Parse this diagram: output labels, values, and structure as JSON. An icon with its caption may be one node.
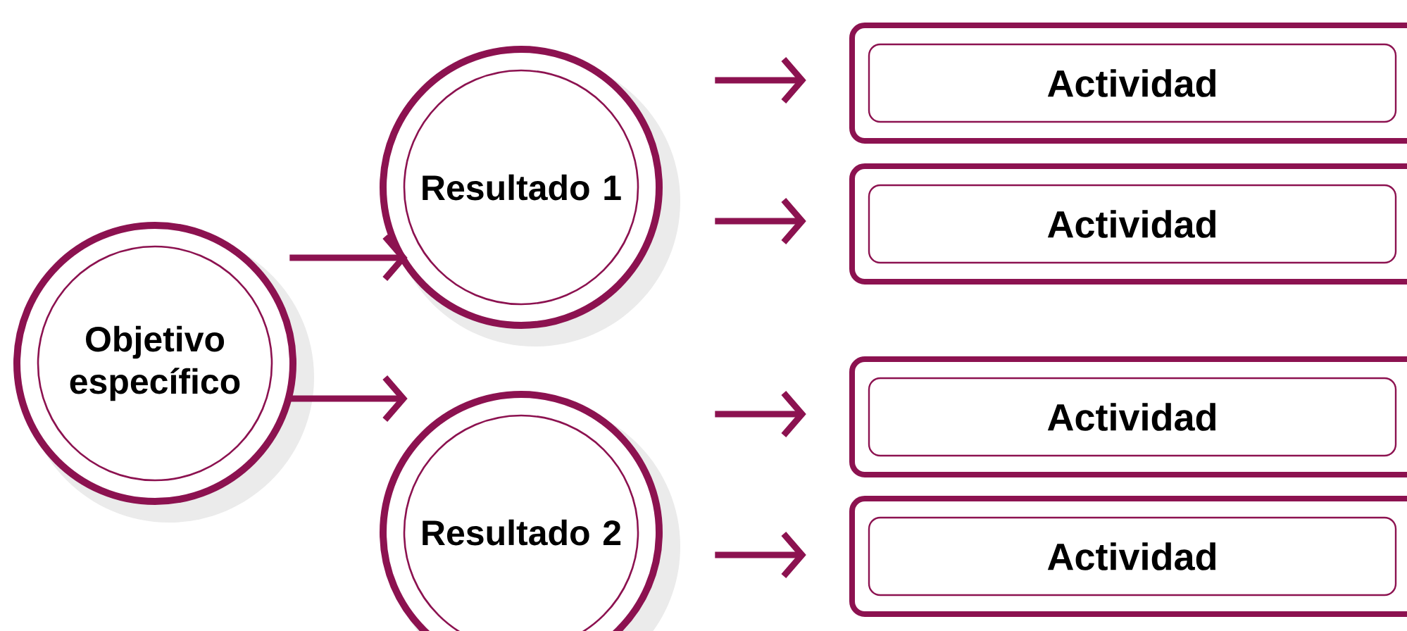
{
  "diagram": {
    "nodes": [
      {
        "text": [
          "Objetivo específico"
        ]
      },
      {
        "text": [
          "Resultado 1"
        ]
      },
      {
        "text": [
          "Resultado 2"
        ]
      },
      {
        "text": [
          "Actividad"
        ]
      },
      {
        "text": [
          "Actividad"
        ]
      },
      {
        "text": [
          "Actividad"
        ]
      },
      {
        "text": [
          "Actividad"
        ]
      }
    ],
    "edges": [
      {
        "from": 0,
        "to": 1,
        "arrow": "to"
      },
      {
        "from": 0,
        "to": 2,
        "arrow": "to"
      },
      {
        "from": 1,
        "to": 3,
        "arrow": "to"
      },
      {
        "from": 1,
        "to": 4,
        "arrow": "to"
      },
      {
        "from": 2,
        "to": 5,
        "arrow": "to"
      },
      {
        "from": 2,
        "to": 6,
        "arrow": "to"
      }
    ]
  }
}
